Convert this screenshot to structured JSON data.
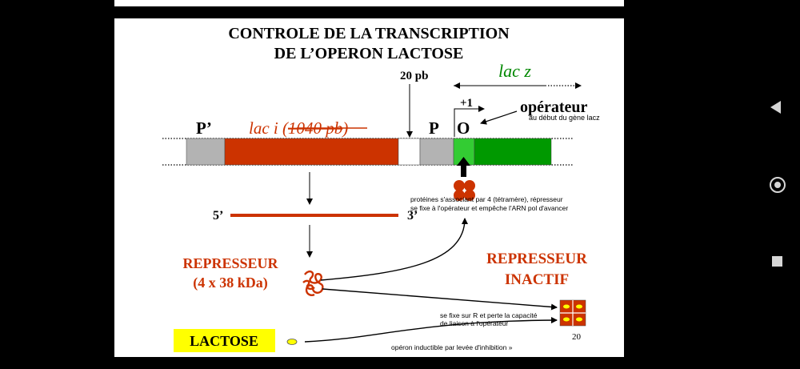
{
  "slide": {
    "title_line1": "CONTROLE DE LA TRANSCRIPTION",
    "title_line2": "DE L’OPERON LACTOSE",
    "label_20pb": "20 pb",
    "label_lacz": "lac z",
    "label_plus1": "+1",
    "label_operateur": "opérateur",
    "note_operateur": "au début du gène lacz",
    "label_P_prime": "P’",
    "label_laci": "lac i (",
    "label_laci_struck": "1040 pb",
    "label_laci_close": ")",
    "label_P": "P",
    "label_O": "O",
    "label_5prime": "5’",
    "label_3prime": "3’",
    "note_proteines_1": "protéines s'associant par 4 (tétramère), répresseur",
    "note_proteines_2": "se fixe à l'opérateur et empêche l'ARN pol d'avancer",
    "represseur_1": "REPRESSEUR",
    "represseur_2": "(4 x 38 kDa)",
    "inactif_1": "REPRESSEUR",
    "inactif_2": "INACTIF",
    "note_fixe_1": "se fixe sur R et perte la capacité",
    "note_fixe_2": "de liaison à l'opérateur",
    "lactose": "LACTOSE",
    "note_inductible": "opéron inductible par levée d'inhibition »",
    "page_number": "20"
  },
  "colors": {
    "lac_i": "#cc3300",
    "lac_z": "#008800",
    "operator": "#33cc33",
    "promoter": "#b3b3b3",
    "lactose_bg": "#ffff00"
  },
  "nav_icons": [
    "back-icon",
    "home-icon",
    "recent-apps-icon"
  ]
}
